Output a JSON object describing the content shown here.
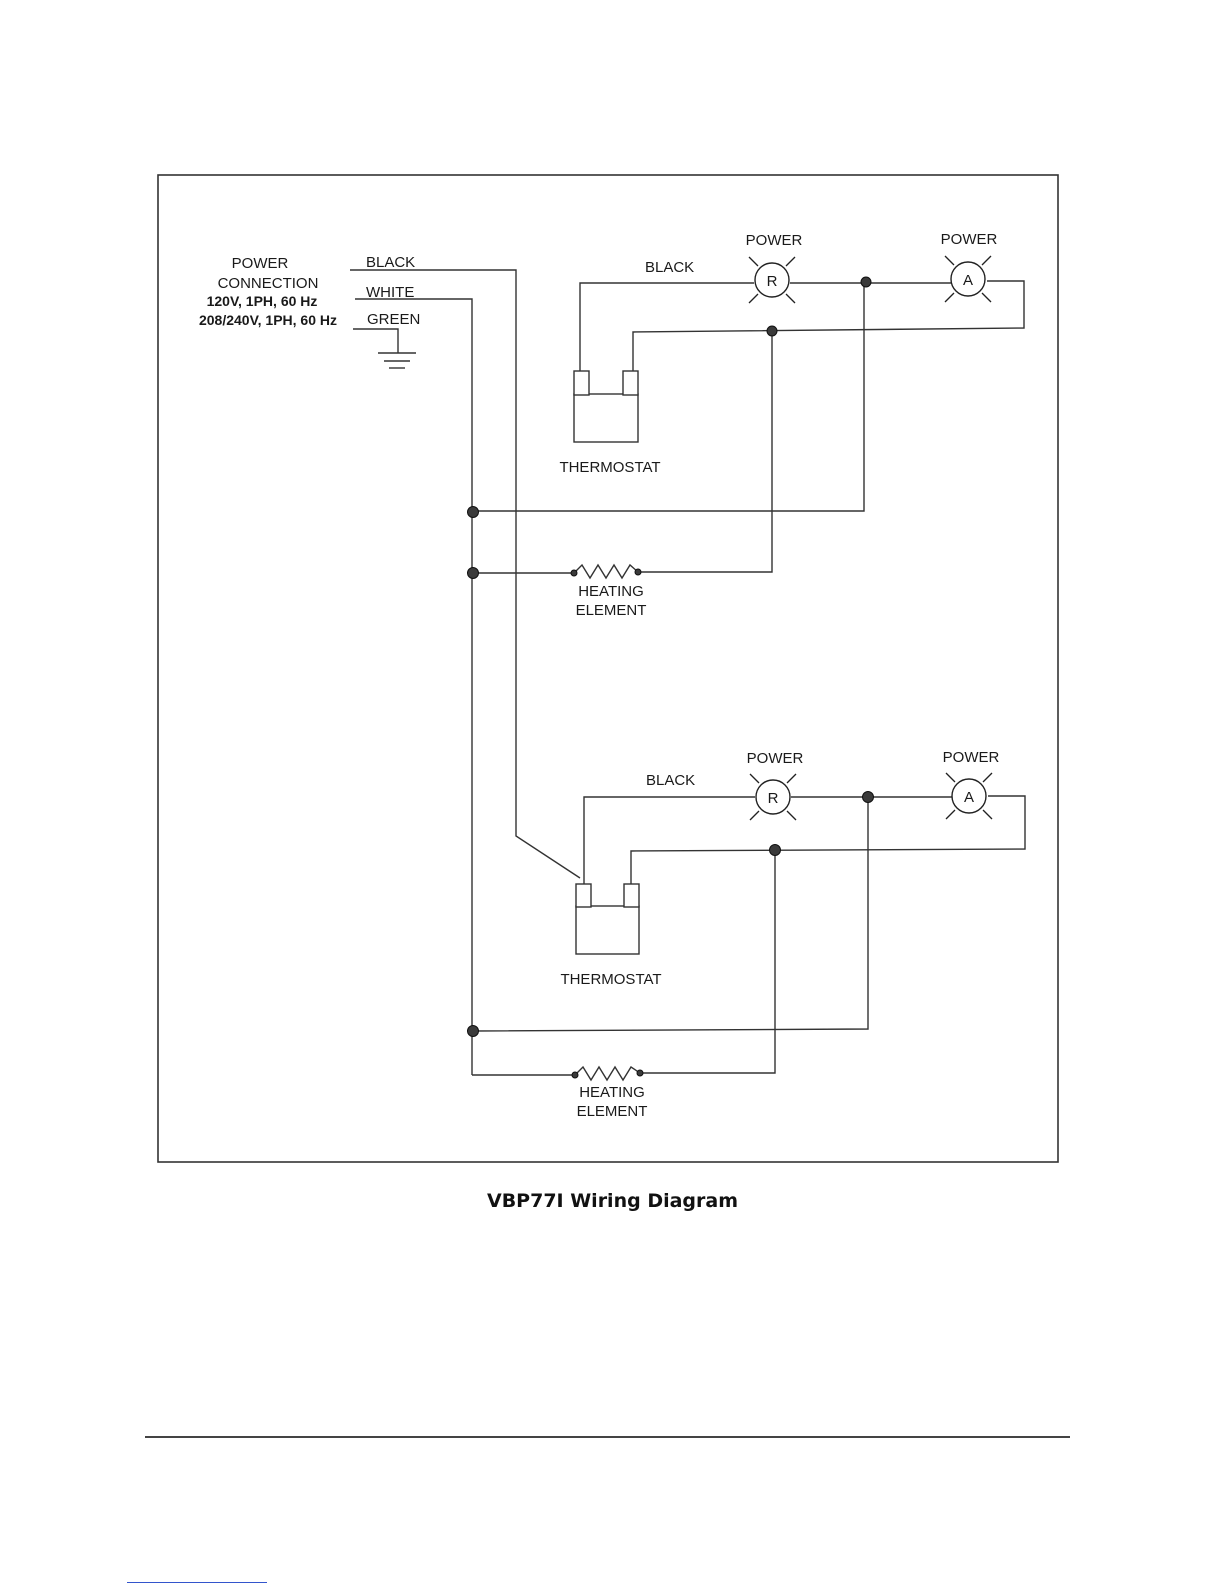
{
  "power": {
    "title_line1": "POWER",
    "title_line2": "CONNECTION",
    "spec_1": "120V, 1PH, 60 Hz",
    "spec_2": "208/240V, 1PH, 60 Hz"
  },
  "wires": {
    "black": "BLACK",
    "white": "WHITE",
    "green": "GREEN"
  },
  "upper": {
    "black_label": "BLACK",
    "lamp_r": {
      "title": "POWER",
      "letter": "R"
    },
    "lamp_a": {
      "title": "POWER",
      "letter": "A"
    },
    "thermostat": "THERMOSTAT",
    "heater_line1": "HEATING",
    "heater_line2": "ELEMENT"
  },
  "lower": {
    "black_label": "BLACK",
    "lamp_r": {
      "title": "POWER",
      "letter": "R"
    },
    "lamp_a": {
      "title": "POWER",
      "letter": "A"
    },
    "thermostat": "THERMOSTAT",
    "heater_line1": "HEATING",
    "heater_line2": "ELEMENT"
  },
  "caption": "VBP77I Wiring Diagram"
}
